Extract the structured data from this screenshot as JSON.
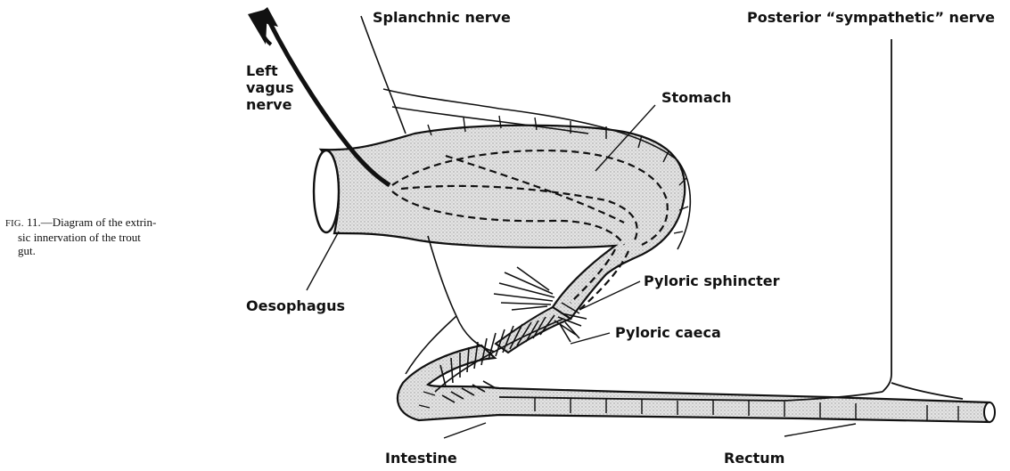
{
  "caption": {
    "fig": "FIG.",
    "number": "11.",
    "line1": "—Diagram of the extrin-",
    "line2": "sic innervation of the trout",
    "line3": "gut."
  },
  "labels": {
    "splanchnic_nerve": "Splanchnic nerve",
    "posterior_sympathetic_nerve": "Posterior “sympathetic” nerve",
    "left_vagus_line1": "Left",
    "left_vagus_line2": "vagus",
    "left_vagus_line3": "nerve",
    "stomach": "Stomach",
    "pyloric_sphincter": "Pyloric sphincter",
    "pyloric_caeca": "Pyloric caeca",
    "oesophagus": "Oesophagus",
    "intestine": "Intestine",
    "rectum": "Rectum"
  },
  "colors": {
    "ink": "#111111",
    "tissue_fill": "#d9d9d9",
    "background": "#ffffff"
  }
}
